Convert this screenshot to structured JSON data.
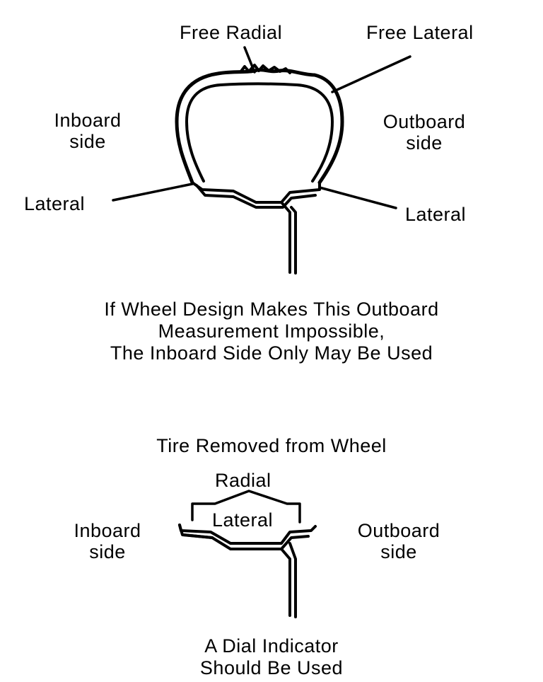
{
  "top_figure": {
    "free_radial": "Free Radial",
    "free_lateral": "Free Lateral",
    "inboard_side": [
      "Inboard",
      "side"
    ],
    "outboard_side": [
      "Outboard",
      "side"
    ],
    "lateral_left": "Lateral",
    "lateral_right": "Lateral",
    "caption": [
      "If Wheel Design Makes This Outboard",
      "Measurement Impossible,",
      "The Inboard Side Only May Be Used"
    ]
  },
  "bottom_figure": {
    "heading": "Tire Removed from Wheel",
    "radial": "Radial",
    "lateral": "Lateral",
    "inboard_side": [
      "Inboard",
      "side"
    ],
    "outboard_side": [
      "Outboard",
      "side"
    ],
    "caption": [
      "A Dial Indicator",
      "Should Be Used"
    ]
  }
}
